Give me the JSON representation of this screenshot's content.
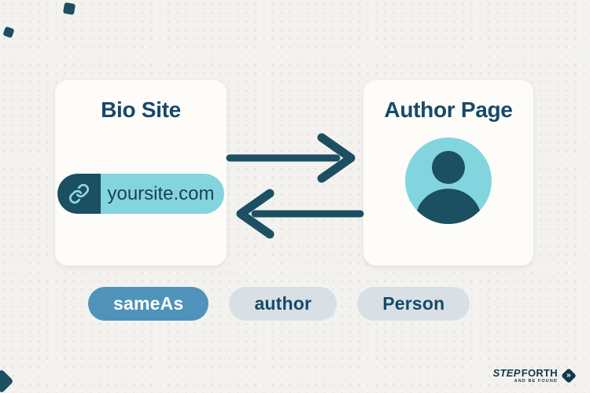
{
  "palette": {
    "background": "#f3f2ef",
    "card": "#fdfcf9",
    "ink": "#17496a",
    "teal_dark": "#1d4f62",
    "teal_light": "#82d5de",
    "tag_blue": "#4f93ba",
    "tag_light": "#d8e0e6",
    "logo_navy": "#13374b"
  },
  "bio_card": {
    "title": "Bio Site",
    "link_url": "yoursite.com",
    "link_icon": "link-icon"
  },
  "author_card": {
    "title": "Author Page",
    "avatar_icon": "person-icon"
  },
  "arrows": [
    {
      "name": "bio-to-author-arrow",
      "direction": "right"
    },
    {
      "name": "author-to-bio-arrow",
      "direction": "left"
    }
  ],
  "schema_tags": [
    {
      "label": "sameAs",
      "variant": "solid-blue"
    },
    {
      "label": "author",
      "variant": "light"
    },
    {
      "label": "Person",
      "variant": "light"
    }
  ],
  "logo": {
    "step": "STEP",
    "forth": "FORTH",
    "tagline": "AND BE FOUND",
    "icon": "double-chevron-diamond-icon",
    "icon_glyph": "»"
  }
}
